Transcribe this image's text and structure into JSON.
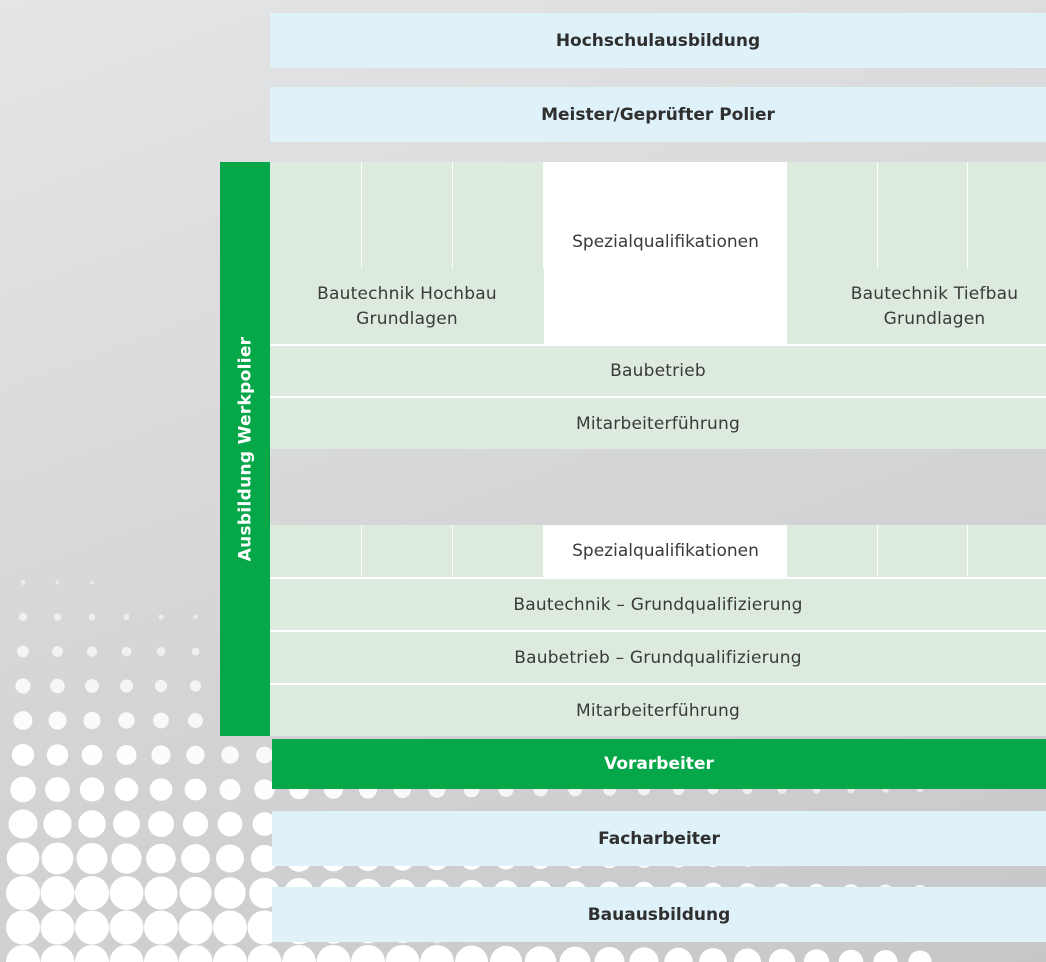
{
  "levels": {
    "hochschul": "Hochschulausbildung",
    "meister": "Meister/Geprüfter Polier",
    "vorarbeiter": "Vorarbeiter",
    "facharbeiter": "Facharbeiter",
    "bauausbildung": "Bauausbildung"
  },
  "werkpolier": {
    "label": "Ausbildung Werkpolier",
    "top": {
      "spezial": "Spezialqualifikationen",
      "hochbau_line1": "Bautechnik Hochbau",
      "hochbau_line2": "Grundlagen",
      "tiefbau_line1": "Bautechnik Tiefbau",
      "tiefbau_line2": "Grundlagen",
      "baubetrieb": "Baubetrieb",
      "mitarbeiter": "Mitarbeiterführung"
    },
    "bottom": {
      "spezial": "Spezialqualifikationen",
      "bautechnik": "Bautechnik – Grundqualifizierung",
      "baubetrieb": "Baubetrieb – Grundqualifizierung",
      "mitarbeiter": "Mitarbeiterführung"
    }
  },
  "colors": {
    "blue_box": "#dff2f9",
    "light_green": "#dcebdd",
    "green": "#06a748",
    "background": "#d7d8d9"
  }
}
